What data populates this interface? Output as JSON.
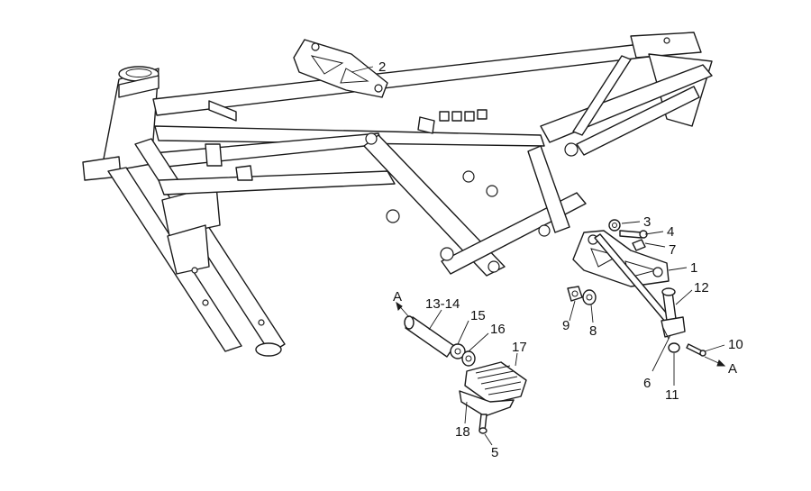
{
  "callouts": {
    "c1": "1",
    "c2": "2",
    "c3": "3",
    "c4": "4",
    "c5": "5",
    "c6": "6",
    "c7": "7",
    "c8": "8",
    "c9": "9",
    "c10": "10",
    "c11": "11",
    "c12": "12",
    "c13": "13-14",
    "c15": "15",
    "c16": "16",
    "c17": "17",
    "c18": "18",
    "arrowLeft": "A",
    "arrowRight": "A"
  },
  "colors": {
    "line": "#1a1a1a",
    "background": "#ffffff"
  }
}
